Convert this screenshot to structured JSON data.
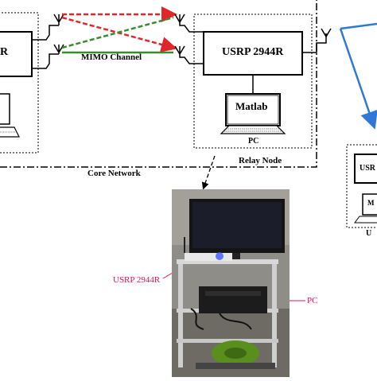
{
  "labels": {
    "left_usrp_partial": "R",
    "mimo_channel": "MIMO Channel",
    "relay_usrp": "USRP 2944R",
    "matlab": "Matlab",
    "pc": "PC",
    "relay_node": "Relay Node",
    "core_network": "Core Network",
    "right_usrp_partial": "USR",
    "right_matlab_partial": "M",
    "right_bottom_partial": "U",
    "photo_usrp": "USRP 2944R",
    "photo_pc": "PC"
  },
  "colors": {
    "red_link": "#e0262b",
    "green_link": "#3a8a2e",
    "blue_link": "#2f78d8",
    "annotation": "#d4145a"
  }
}
